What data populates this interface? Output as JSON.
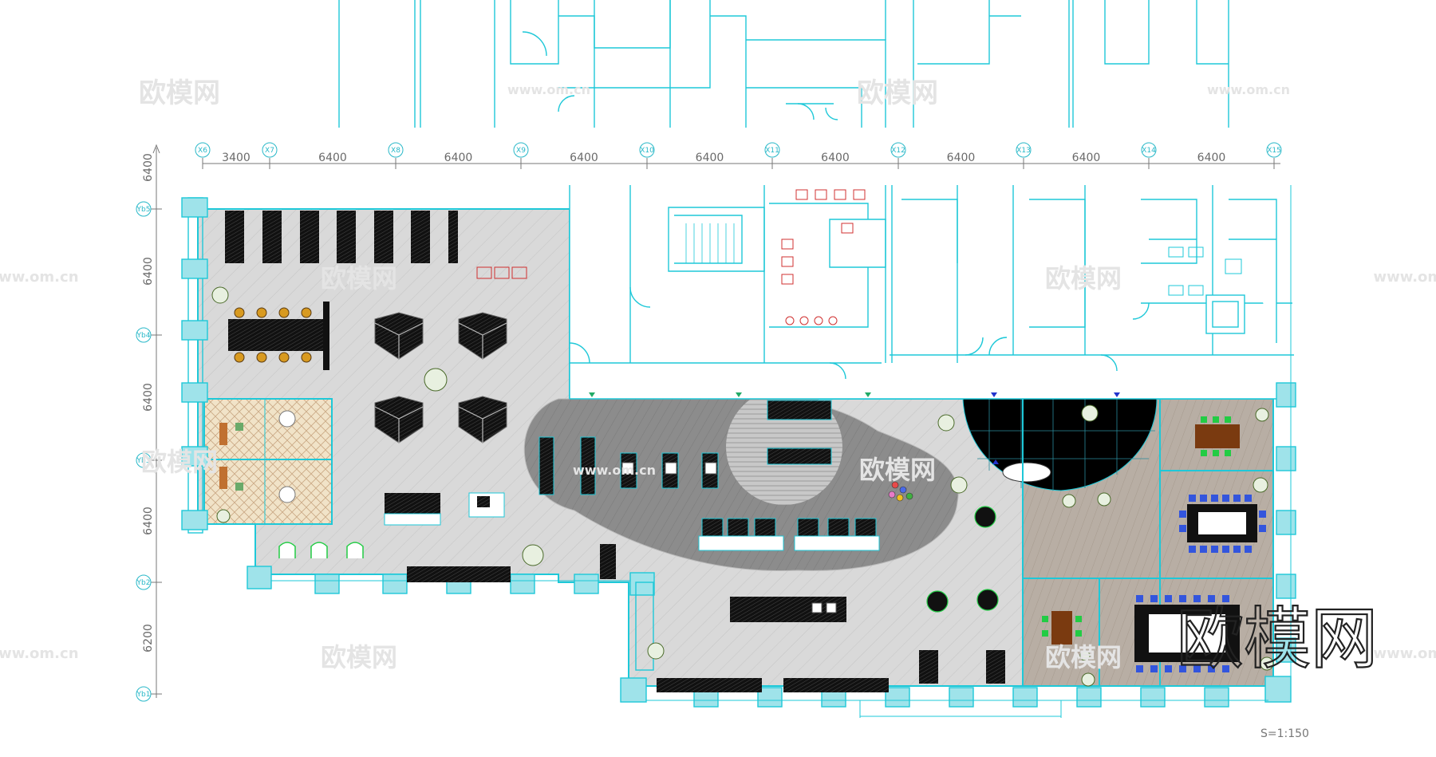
{
  "colors": {
    "wall": "#1ec8d8",
    "floor": "#d9d9d9",
    "dark_floor": "#8a8a8a",
    "furniture": "#111111",
    "meeting_floor": "#b5aaa0",
    "plant": "#5a8a3a",
    "chair_green": "#22cc44",
    "chair_blue": "#3355dd",
    "table_brown": "#7a3a10",
    "chair_orange": "#d89a20"
  },
  "grid": {
    "columns": [
      "X6",
      "X7",
      "X8",
      "X9",
      "X10",
      "X11",
      "X12",
      "X13",
      "X14",
      "X15"
    ],
    "column_spacings": [
      "3400",
      "6400",
      "6400",
      "6400",
      "6400",
      "6400",
      "6400",
      "6400",
      "6400"
    ],
    "rows": [
      "Yb5",
      "Yb4",
      "Yb3",
      "Yb2",
      "Yb1"
    ],
    "row_spacings": [
      "6400",
      "6400",
      "6400",
      "6400",
      "6200"
    ]
  },
  "watermarks": [
    "欧模网",
    "欧模网",
    "欧模网",
    "欧模网",
    "欧模网",
    "欧模网",
    "欧模网",
    "欧模网",
    "欧模网",
    "www.om.cn",
    "www.om.cn",
    "www.om.cn",
    "www.om.cn",
    "www.om.cn",
    "www.om.cn",
    "www.om.cn"
  ],
  "scale_label": "S=1:150",
  "logo_text": "欧模网"
}
